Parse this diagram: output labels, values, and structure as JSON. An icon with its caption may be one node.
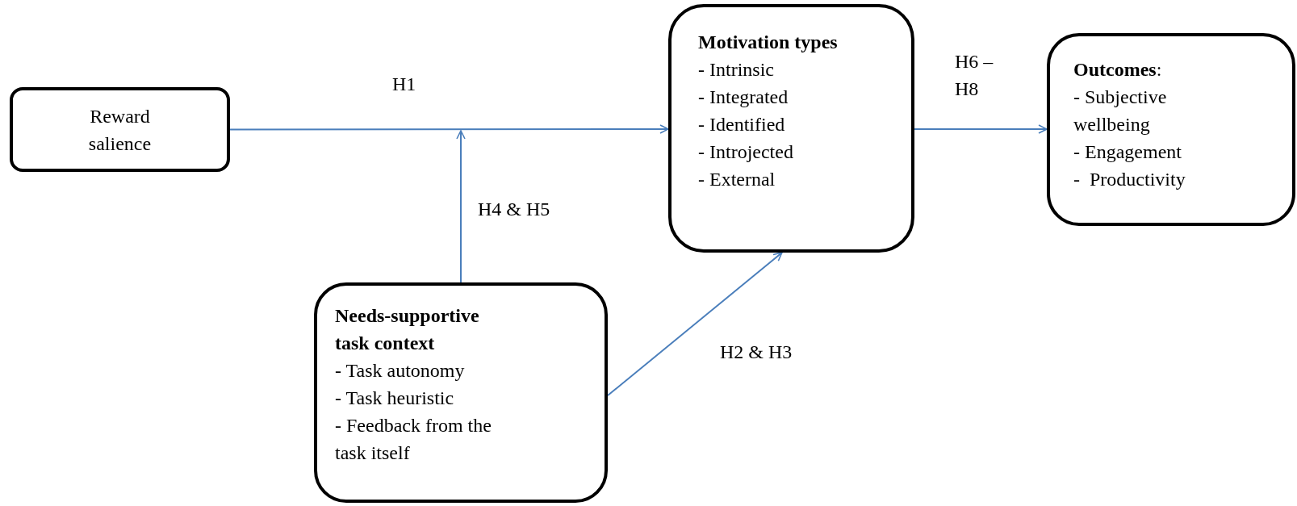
{
  "diagram": {
    "nodes": [
      {
        "text": [
          "Reward salience"
        ]
      },
      {
        "text": [
          "Motivation types",
          "- Intrinsic",
          "- Integrated",
          "- Identified",
          "- Introjected",
          "- External"
        ]
      },
      {
        "text": [
          "**Outcomes**:",
          "- Subjective wellbeing",
          "- Engagement",
          "-  Productivity"
        ]
      },
      {
        "text": [
          "Needs-supportive task context",
          "- Task autonomy",
          "- Task heuristic",
          "- Feedback from the task itself"
        ]
      }
    ],
    "edges": [
      {
        "from": 0,
        "to": 1,
        "arrow": "to",
        "label": "H1"
      },
      {
        "from": 3,
        "to": null,
        "arrow": "to",
        "label": "H4 & H5"
      },
      {
        "from": 3,
        "to": 1,
        "arrow": "to",
        "label": "H2 & H3"
      },
      {
        "from": 1,
        "to": 2,
        "arrow": "to",
        "label": "H6 – H8"
      }
    ]
  }
}
